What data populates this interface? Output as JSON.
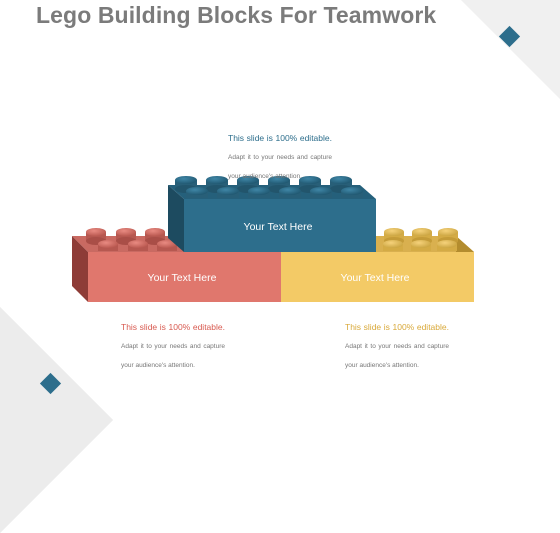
{
  "title": "Lego Building Blocks For Teamwork",
  "colors": {
    "teal": "#2d6e8c",
    "red": "#e0776d",
    "yellow": "#f3ca66",
    "title": "#7b7b7b"
  },
  "blocks": {
    "top": {
      "label": "Your Text Here",
      "color": "#2d6e8c"
    },
    "left": {
      "label": "Your Text Here",
      "color": "#e0776d"
    },
    "right": {
      "label": "Your Text Here",
      "color": "#f3ca66"
    }
  },
  "notes": {
    "top": {
      "head": "This slide is 100% editable.",
      "body": " Adapt it to your needs and capture your audience's attention."
    },
    "left": {
      "head": "This slide is 100% editable.",
      "body": " Adapt it to your needs and capture your audience's attention."
    },
    "right": {
      "head": "This slide is 100% editable.",
      "body": " Adapt it to your needs and capture your audience's attention."
    }
  }
}
